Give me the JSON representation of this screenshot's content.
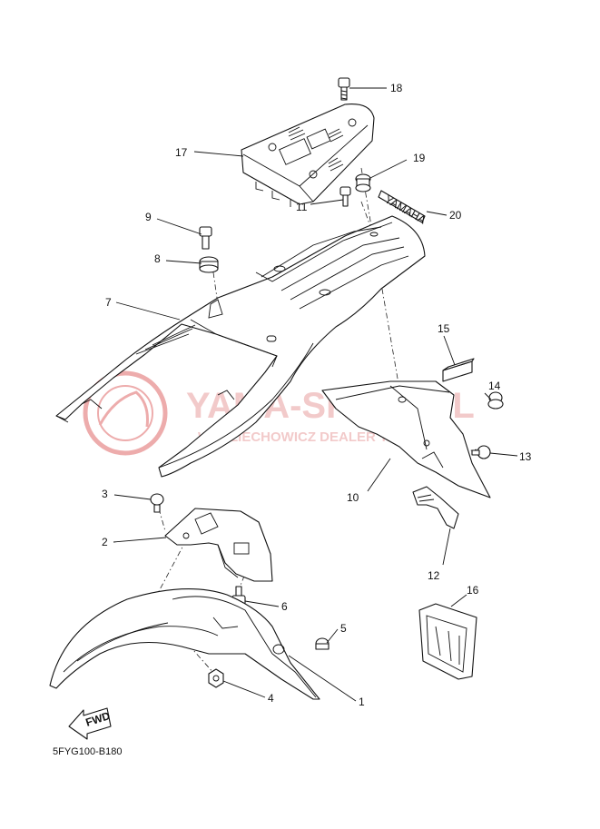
{
  "diagram_code": "5FYG100-B180",
  "fwd_label": "FWD",
  "emblem_text": "YAMAHA",
  "watermark": {
    "main": "YAMA-SKLEP.PL",
    "sub": "WOLLIECHOWICZ   DEALER YAMAHA",
    "color": "#e8a0a0"
  },
  "callouts": [
    {
      "id": "c1",
      "label": "1"
    },
    {
      "id": "c2",
      "label": "2"
    },
    {
      "id": "c3",
      "label": "3"
    },
    {
      "id": "c4",
      "label": "4"
    },
    {
      "id": "c5",
      "label": "5"
    },
    {
      "id": "c6",
      "label": "6"
    },
    {
      "id": "c7",
      "label": "7"
    },
    {
      "id": "c8",
      "label": "8"
    },
    {
      "id": "c9",
      "label": "9"
    },
    {
      "id": "c10",
      "label": "10"
    },
    {
      "id": "c11",
      "label": "11"
    },
    {
      "id": "c12",
      "label": "12"
    },
    {
      "id": "c13",
      "label": "13"
    },
    {
      "id": "c14",
      "label": "14"
    },
    {
      "id": "c15",
      "label": "15"
    },
    {
      "id": "c16",
      "label": "16"
    },
    {
      "id": "c17",
      "label": "17"
    },
    {
      "id": "c18",
      "label": "18"
    },
    {
      "id": "c19",
      "label": "19"
    },
    {
      "id": "c20",
      "label": "20"
    }
  ]
}
